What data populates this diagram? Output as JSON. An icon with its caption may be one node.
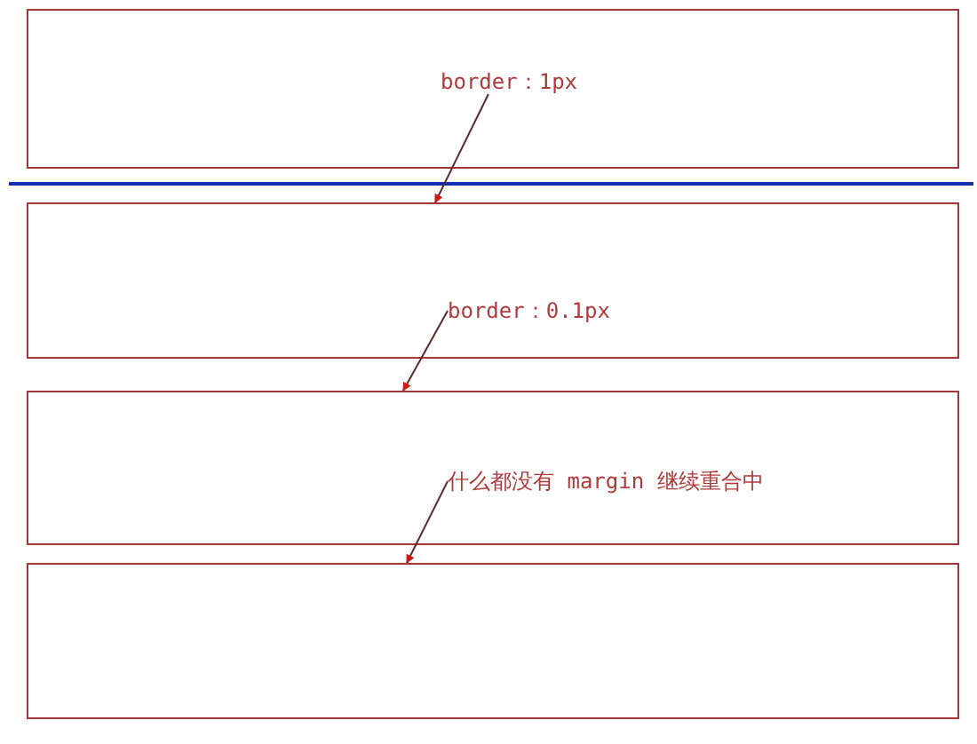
{
  "diagram": {
    "nodes": [
      {
        "text": [],
        "shape": "box"
      },
      {
        "text": [
          "border：1px"
        ],
        "in": 0
      },
      {
        "text": [],
        "shape": "box"
      },
      {
        "text": [
          "border：0.1px"
        ],
        "in": 2
      },
      {
        "text": [],
        "shape": "box"
      },
      {
        "text": [
          "什么都没有 margin 继续重合中"
        ],
        "in": 4
      },
      {
        "text": [],
        "shape": "box"
      }
    ],
    "edges": [
      {
        "from": 1,
        "to": 2,
        "arrow": "to"
      },
      {
        "from": 3,
        "to": 4,
        "arrow": "to"
      },
      {
        "from": 5,
        "to": 6,
        "arrow": "to"
      }
    ]
  }
}
